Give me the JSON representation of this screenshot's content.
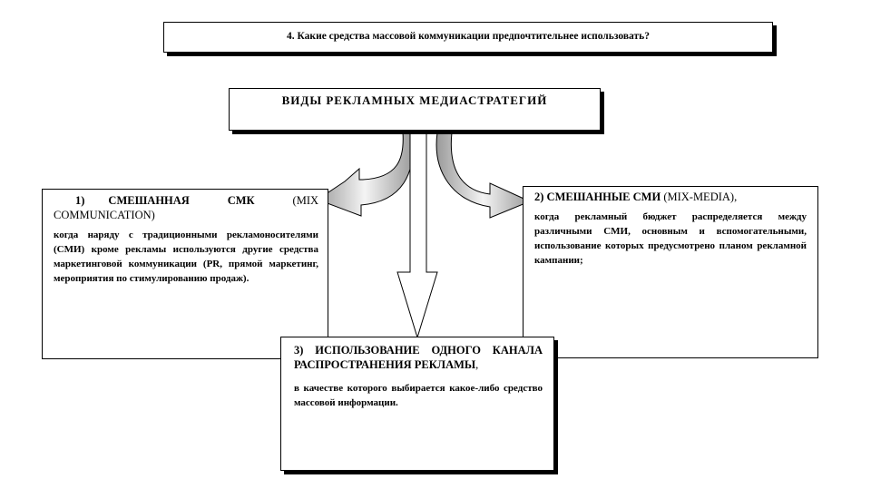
{
  "question": "4. Какие средства массовой коммуникации предпочтительнее использовать?",
  "title": "ВИДЫ   РЕКЛАМНЫХ   МЕДИАСТРАТЕГИЙ",
  "left": {
    "number": "1)",
    "heading": "СМЕШАННАЯ СМК",
    "heading_paren": "(MIX COMMUNICATION)",
    "text": "когда наряду с традиционными рекламоносителями (СМИ) кроме рекламы используются другие средства маркетинговой коммуникации (PR, прямой маркетинг, мероприятия по стимулированию продаж)."
  },
  "right": {
    "heading": "2) СМЕШАННЫЕ СМИ",
    "heading_paren": "(MIX-MEDIA),",
    "text": "когда рекламный бюджет распределяется между различными СМИ, основным и вспомогательными, использование которых предусмотрено планом рекламной кампании;"
  },
  "center": {
    "heading": "3) ИСПОЛЬЗОВАНИЕ ОДНОГО КАНАЛА РАСПРОСТРАНЕНИЯ РЕКЛАМЫ",
    "heading_suffix": ",",
    "text": "в качестве которого выбирается какое-либо средство массовой информации."
  }
}
